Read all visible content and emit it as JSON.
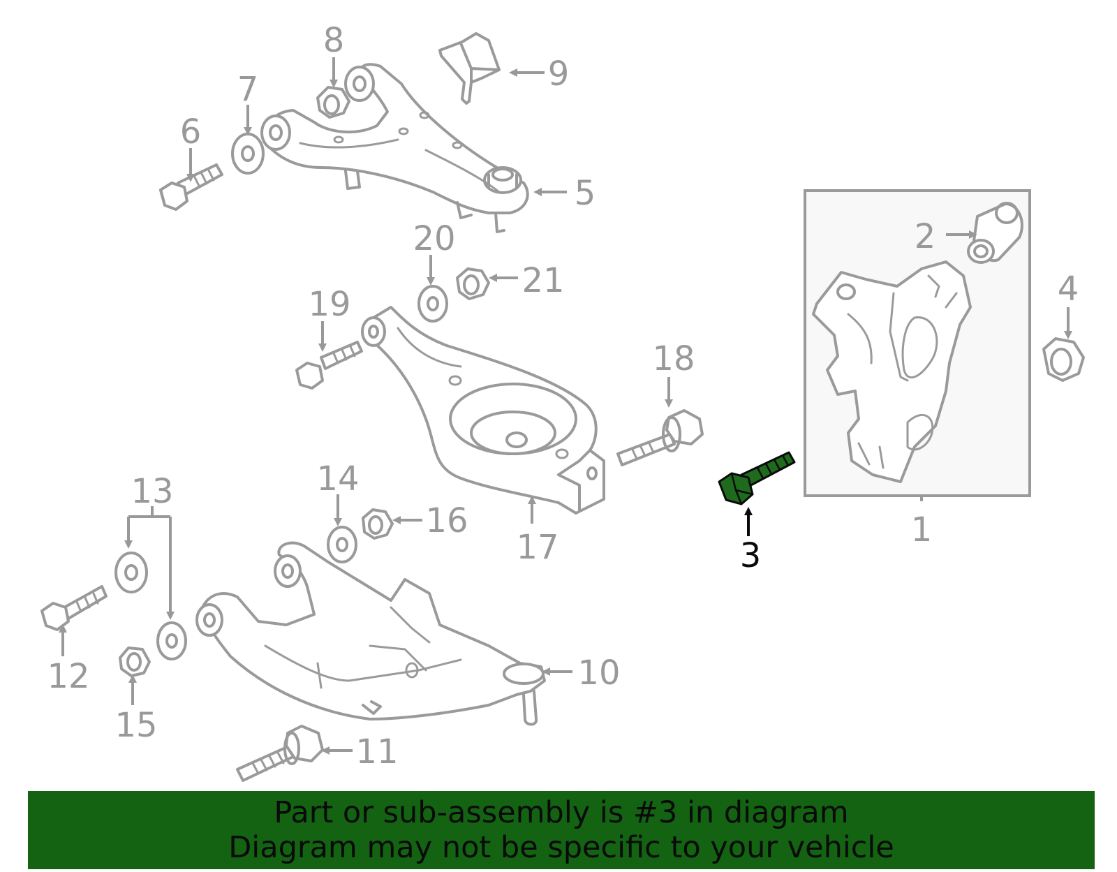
{
  "diagram": {
    "highlighted_part": "3",
    "highlight_color": "#1e6b1e",
    "callouts": [
      {
        "id": "1",
        "label": "1"
      },
      {
        "id": "2",
        "label": "2"
      },
      {
        "id": "3",
        "label": "3"
      },
      {
        "id": "4",
        "label": "4"
      },
      {
        "id": "5",
        "label": "5"
      },
      {
        "id": "6",
        "label": "6"
      },
      {
        "id": "7",
        "label": "7"
      },
      {
        "id": "8",
        "label": "8"
      },
      {
        "id": "9",
        "label": "9"
      },
      {
        "id": "10",
        "label": "10"
      },
      {
        "id": "11",
        "label": "11"
      },
      {
        "id": "12",
        "label": "12"
      },
      {
        "id": "13",
        "label": "13"
      },
      {
        "id": "14",
        "label": "14"
      },
      {
        "id": "15",
        "label": "15"
      },
      {
        "id": "16",
        "label": "16"
      },
      {
        "id": "17",
        "label": "17"
      },
      {
        "id": "18",
        "label": "18"
      },
      {
        "id": "19",
        "label": "19"
      },
      {
        "id": "20",
        "label": "20"
      },
      {
        "id": "21",
        "label": "21"
      }
    ]
  },
  "banner": {
    "line1": "Part or sub-assembly is #3 in diagram",
    "line2": "Diagram may not be specific to your vehicle",
    "color": "#136313"
  }
}
